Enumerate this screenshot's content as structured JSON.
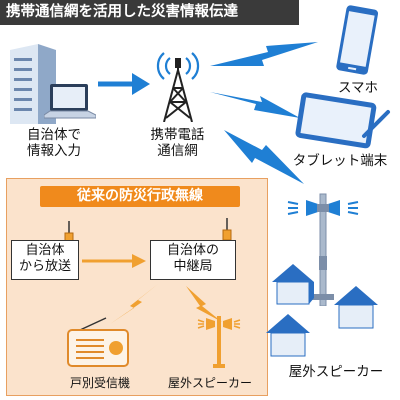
{
  "header": {
    "title": "携帯通信網を活用した災害情報伝達"
  },
  "nodes": {
    "municipality_input": [
      "自治体で",
      "情報入力"
    ],
    "mobile_network": [
      "携帯電話",
      "通信網"
    ],
    "smartphone": "スマホ",
    "tablet": "タブレット端末",
    "outdoor_speaker": "屋外スピーカー"
  },
  "legacy": {
    "title": "従来の防災行政無線",
    "broadcast_box": [
      "自治体",
      "から放送"
    ],
    "relay_box": [
      "自治体の",
      "中継局"
    ],
    "household_receiver": "戸別受信機",
    "outdoor_speaker": "屋外スピーカー"
  },
  "colors": {
    "title_bg": "#3a3a3a",
    "arrow_blue": "#1f7fd4",
    "device_blue": "#2a6ec2",
    "house_blue": "#2a6ec2",
    "legacy_bg": "#fbe3cc",
    "legacy_title_bg": "#f08a1c",
    "legacy_arrow": "#f0a030"
  },
  "icons": [
    "building-icon",
    "laptop-icon",
    "cell-tower-icon",
    "smartphone-icon",
    "tablet-icon",
    "speaker-pole-icon",
    "house-icon",
    "radio-receiver-icon",
    "antenna-icon"
  ]
}
